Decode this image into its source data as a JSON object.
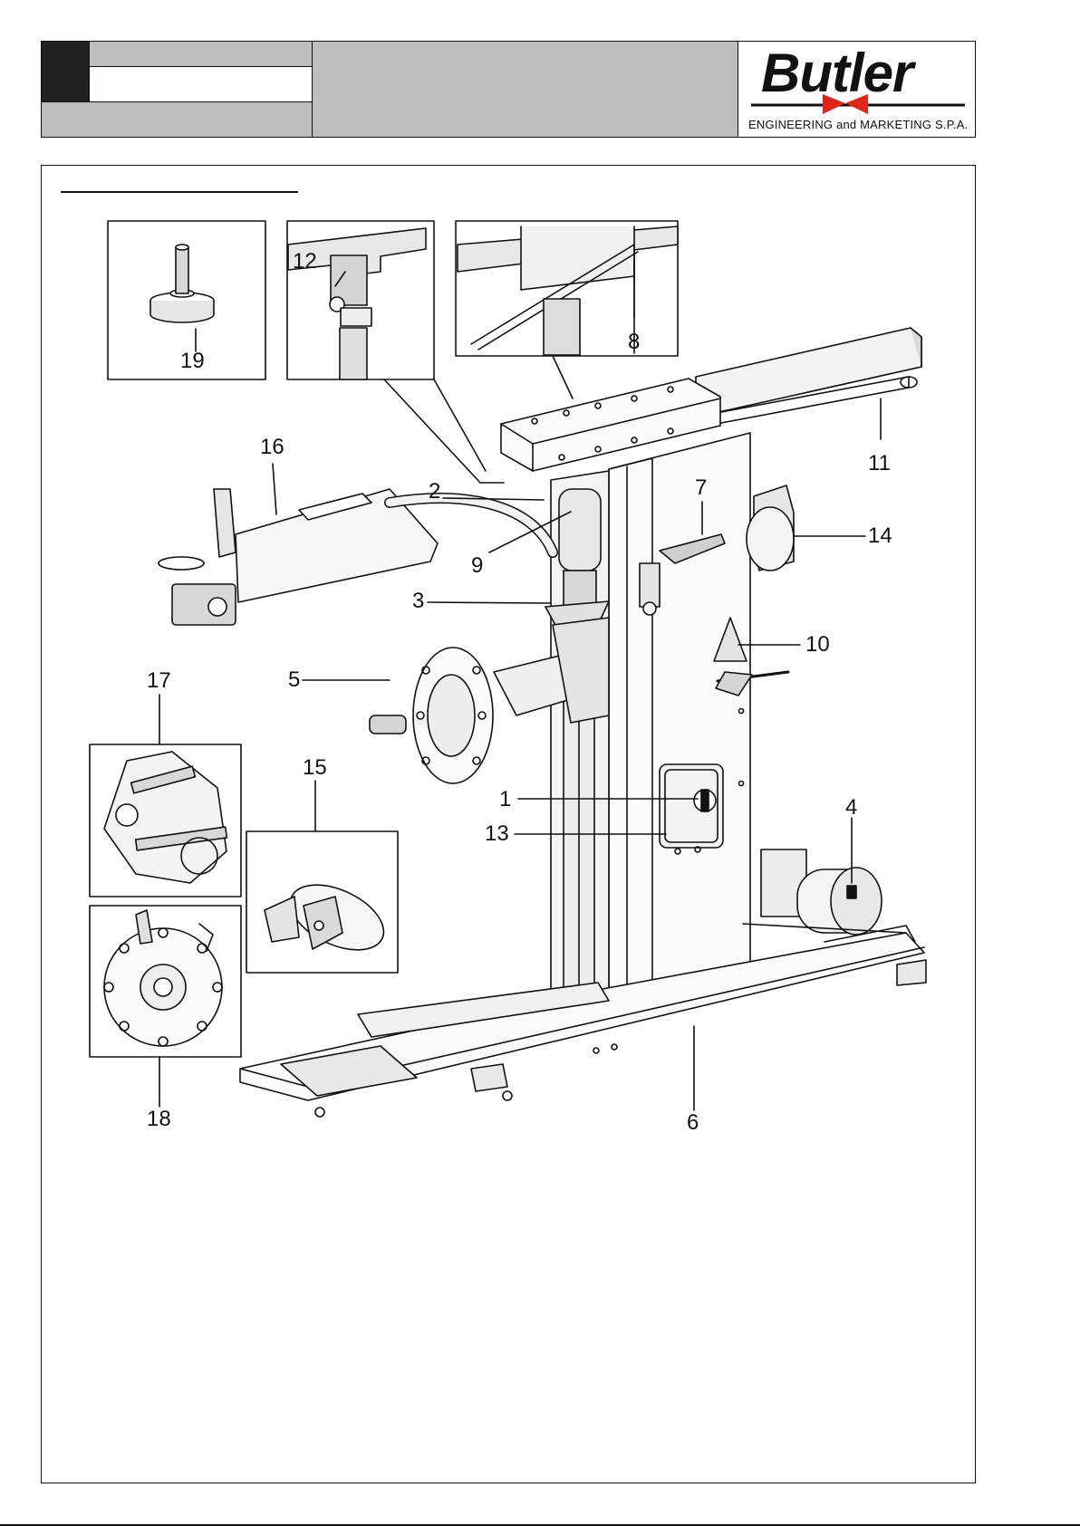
{
  "brand": {
    "logo_text": "Butler",
    "company": "ENGINEERING and MARKETING S.P.A."
  },
  "callouts": {
    "c1": "1",
    "c2": "2",
    "c3": "3",
    "c4": "4",
    "c5": "5",
    "c6": "6",
    "c7": "7",
    "c8": "8",
    "c9": "9",
    "c10": "10",
    "c11": "11",
    "c12": "12",
    "c13": "13",
    "c14": "14",
    "c15": "15",
    "c16": "16",
    "c17": "17",
    "c18": "18",
    "c19": "19"
  },
  "colors": {
    "header_gray": "#bdbdbd",
    "header_black": "#231f20",
    "line": "#111111",
    "logo_red": "#e2231a"
  }
}
